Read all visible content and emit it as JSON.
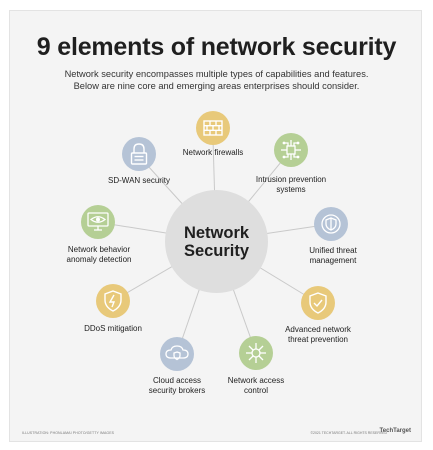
{
  "title": "9 elements of network security",
  "subtitle": "Network security encompasses multiple types of capabilities and features.\nBelow are nine core and emerging areas enterprises should consider.",
  "hub": {
    "label": "Network\nSecurity",
    "color": "#dedede"
  },
  "nodes": [
    {
      "label": "Network firewalls",
      "icon": "brick-wall-icon",
      "color": "#e8c97a"
    },
    {
      "label": "Intrusion prevention\nsystems",
      "icon": "circuit-icon",
      "color": "#b5cf95"
    },
    {
      "label": "Unified threat\nmanagement",
      "icon": "globe-shield-icon",
      "color": "#b5c3d6"
    },
    {
      "label": "Advanced network\nthreat prevention",
      "icon": "shield-check-icon",
      "color": "#e8c97a"
    },
    {
      "label": "Network access\ncontrol",
      "icon": "network-hub-icon",
      "color": "#b5cf95"
    },
    {
      "label": "Cloud access\nsecurity brokers",
      "icon": "cloud-shield-icon",
      "color": "#b5c3d6"
    },
    {
      "label": "DDoS mitigation",
      "icon": "shield-lightning-icon",
      "color": "#e8c97a"
    },
    {
      "label": "Network behavior\nanomaly detection",
      "icon": "monitor-eye-icon",
      "color": "#b5cf95"
    },
    {
      "label": "SD-WAN security",
      "icon": "padlock-icon",
      "color": "#b5c3d6"
    }
  ],
  "footer": {
    "left": "ILLUSTRATION: PHONLAMAI PHOTO/GETTY IMAGES",
    "right": "©2021 TECHTARGET. ALL RIGHTS RESERVED",
    "logo": "TechTarget"
  }
}
